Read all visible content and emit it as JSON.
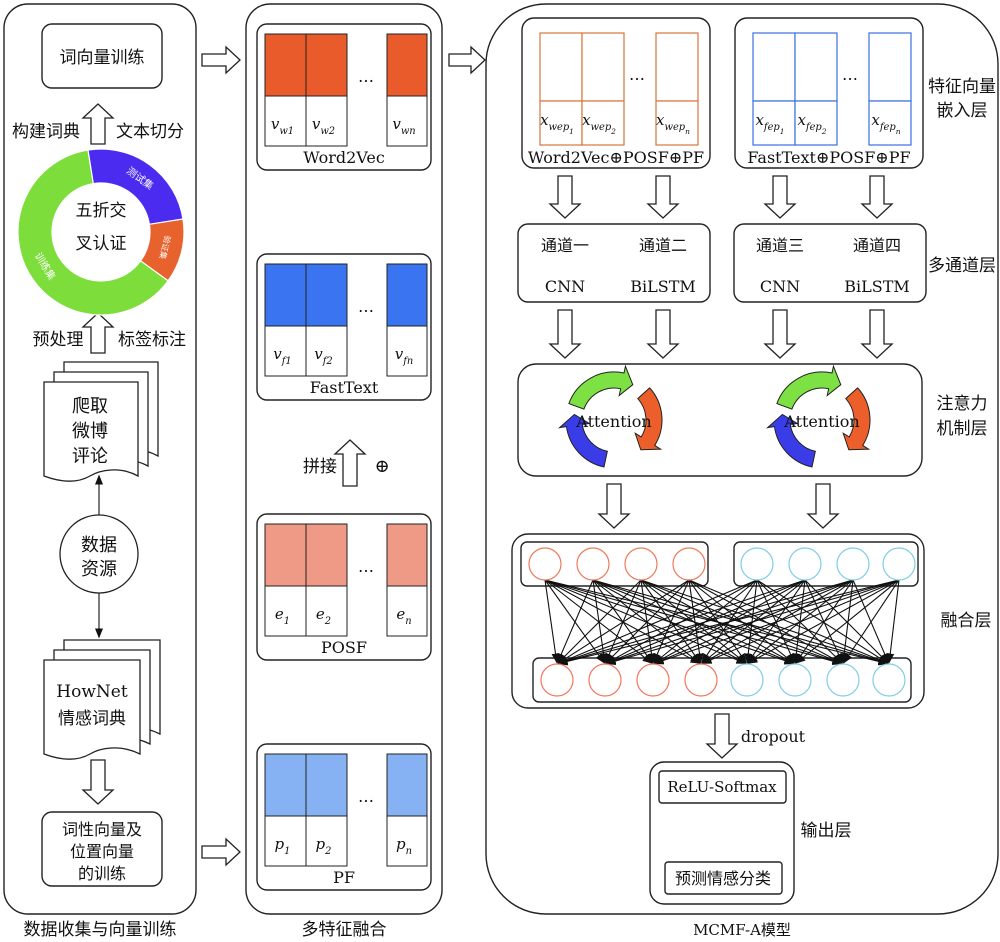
{
  "panels": {
    "left": {
      "caption": "数据收集与向量训练"
    },
    "middle": {
      "caption": "多特征融合"
    },
    "right": {
      "caption": "MCMF-A模型"
    }
  },
  "left": {
    "train_box": "词向量训练",
    "build_dict": "构建词典",
    "text_split": "文本切分",
    "cv_line1": "五折交",
    "cv_line2": "叉认证",
    "donut": [
      {
        "label": "训练集",
        "share": 0.625,
        "color": "#7ddd3a"
      },
      {
        "label": "测试集",
        "share": 0.25,
        "color": "#4b2bef"
      },
      {
        "label": "验证集",
        "share": 0.125,
        "color": "#e8622d"
      }
    ],
    "preprocess": "预处理",
    "label_tag": "标签标注",
    "crawl_lines": [
      "爬取",
      "微博",
      "评论"
    ],
    "source_lines": [
      "数据",
      "资源"
    ],
    "hownet_lines": [
      "HowNet",
      "情感词典"
    ],
    "pos_lines": [
      "词性向量及",
      "位置向量",
      "的训练"
    ]
  },
  "middle": {
    "concat": "拼接",
    "concat_symbol": "⊕",
    "ellipsis": "…",
    "blocks": [
      {
        "name": "Word2Vec",
        "color": "#ea5b2b",
        "letter": "v",
        "subs": [
          "w1",
          "w2",
          "wn"
        ]
      },
      {
        "name": "FastText",
        "color": "#3b74f0",
        "letter": "v",
        "subs": [
          "f1",
          "f2",
          "fn"
        ]
      },
      {
        "name": "POSF",
        "color": "#ef9a86",
        "letter": "e",
        "subs": [
          "1",
          "2",
          "n"
        ]
      },
      {
        "name": "PF",
        "color": "#86b1f2",
        "letter": "p",
        "subs": [
          "1",
          "2",
          "n"
        ]
      }
    ]
  },
  "right": {
    "layers": {
      "embed": [
        "特征向量",
        "嵌入层"
      ],
      "channel": "多通道层",
      "attention": [
        "注意力",
        "机制层"
      ],
      "fusion": "融合层",
      "output": "输出层"
    },
    "emb_left": {
      "caption": "Word2Vec⊕POSF⊕PF",
      "color": "#d7743f",
      "letter": "x",
      "subs": [
        "wep",
        "wep",
        "wep"
      ],
      "subsubs": [
        "1",
        "2",
        "n"
      ]
    },
    "emb_right": {
      "caption": "FastText⊕POSF⊕PF",
      "color": "#3d6ee0",
      "letter": "x",
      "subs": [
        "fep",
        "fep",
        "fep"
      ],
      "subsubs": [
        "1",
        "2",
        "n"
      ]
    },
    "channels": [
      {
        "name": "通道一",
        "model": "CNN"
      },
      {
        "name": "通道二",
        "model": "BiLSTM"
      },
      {
        "name": "通道三",
        "model": "CNN"
      },
      {
        "name": "通道四",
        "model": "BiLSTM"
      }
    ],
    "attention_label": "Attention",
    "fusion_colors": {
      "left": "#f0775a",
      "right": "#7fcde6"
    },
    "dropout": "dropout",
    "softmax": "ReLU-Softmax",
    "predict": "预测情感分类",
    "ellipsis": "…"
  }
}
